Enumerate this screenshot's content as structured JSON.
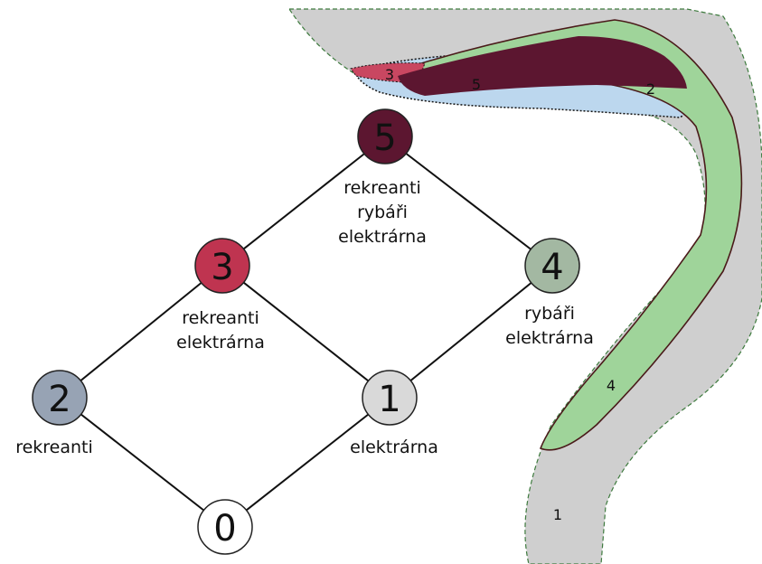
{
  "colors": {
    "node0": "#ffffff",
    "node1": "#d9d9d9",
    "node2": "#97a3b4",
    "node3": "#bf3450",
    "node4": "#a3b8a2",
    "node5": "#5c1630",
    "river": "#cfcfcf",
    "zone2": "#bcd7ee",
    "zone3": "#c94761",
    "zone4": "#9fd49a",
    "zone5": "#5c1630"
  },
  "lattice": {
    "nodes": [
      {
        "id": "5",
        "number": "5",
        "labels": [
          "rekreanti",
          "rybáři",
          "elektrárna"
        ]
      },
      {
        "id": "3",
        "number": "3",
        "labels": [
          "rekreanti",
          "elektrárna"
        ]
      },
      {
        "id": "4",
        "number": "4",
        "labels": [
          "rybáři",
          "elektrárna"
        ]
      },
      {
        "id": "2",
        "number": "2",
        "labels": [
          "rekreanti"
        ]
      },
      {
        "id": "1",
        "number": "1",
        "labels": [
          "elektrárna"
        ]
      },
      {
        "id": "0",
        "number": "0",
        "labels": []
      }
    ],
    "edges": [
      [
        "5",
        "3"
      ],
      [
        "5",
        "4"
      ],
      [
        "3",
        "2"
      ],
      [
        "3",
        "1"
      ],
      [
        "4",
        "1"
      ],
      [
        "2",
        "0"
      ],
      [
        "1",
        "0"
      ]
    ]
  },
  "map": {
    "zone_labels": {
      "z1": "1",
      "z2": "2",
      "z3": "3",
      "z4": "4",
      "z5": "5"
    }
  }
}
